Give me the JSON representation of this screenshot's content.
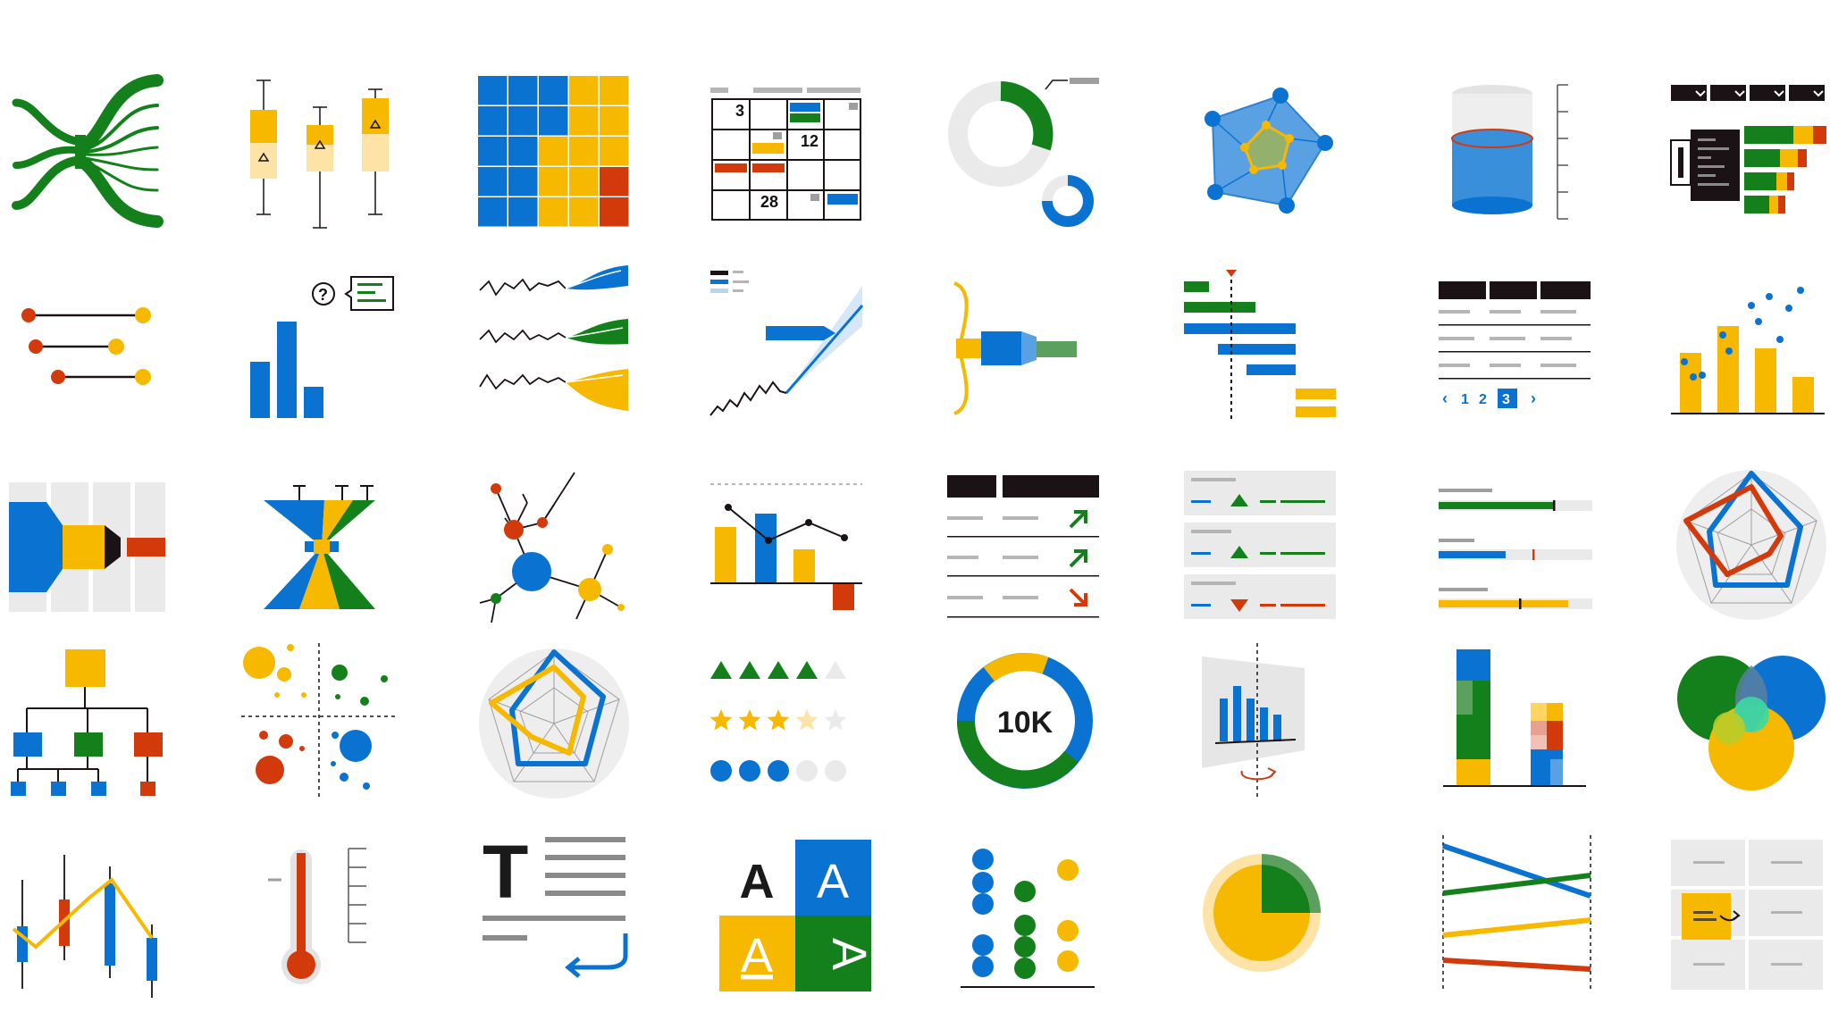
{
  "colors": {
    "blue": "#0a72d1",
    "green": "#14801c",
    "yellow": "#f7b800",
    "red": "#d33a0b",
    "dark": "#1a1214",
    "gray": "#eaeaea",
    "mid_gray": "#9e9e9e"
  },
  "icons": [
    {
      "name": "sankey-icon"
    },
    {
      "name": "box-plot-icon"
    },
    {
      "name": "heatmap-grid-icon"
    },
    {
      "name": "calendar-icon",
      "labels": [
        "3",
        "12",
        "28"
      ]
    },
    {
      "name": "donut-callout-icon"
    },
    {
      "name": "network-radar-icon"
    },
    {
      "name": "cylinder-gauge-icon"
    },
    {
      "name": "hierarchy-table-icon"
    },
    {
      "name": "dumbbell-icon"
    },
    {
      "name": "bar-question-icon",
      "labels": [
        "?"
      ]
    },
    {
      "name": "sparkline-forecast-icon"
    },
    {
      "name": "line-forecast-icon"
    },
    {
      "name": "funnel-flow-icon"
    },
    {
      "name": "gantt-icon"
    },
    {
      "name": "paginated-table-icon",
      "labels": [
        "‹",
        "1",
        "2",
        "3",
        "›"
      ]
    },
    {
      "name": "bar-scatter-combo-icon"
    },
    {
      "name": "horizontal-funnel-icon"
    },
    {
      "name": "hourglass-funnel-icon"
    },
    {
      "name": "network-graph-icon"
    },
    {
      "name": "waterfall-line-icon"
    },
    {
      "name": "kpi-trend-table-icon"
    },
    {
      "name": "kpi-cards-icon"
    },
    {
      "name": "bullet-chart-icon"
    },
    {
      "name": "radar-icon"
    },
    {
      "name": "org-chart-icon"
    },
    {
      "name": "quadrant-scatter-icon"
    },
    {
      "name": "radar-yellow-icon"
    },
    {
      "name": "rating-icon"
    },
    {
      "name": "kpi-donut-icon",
      "labels": [
        "10K"
      ]
    },
    {
      "name": "3d-bar-icon"
    },
    {
      "name": "mekko-treemap-icon"
    },
    {
      "name": "venn-icon"
    },
    {
      "name": "candlestick-icon"
    },
    {
      "name": "thermometer-icon"
    },
    {
      "name": "text-wrap-icon",
      "labels": [
        "T"
      ]
    },
    {
      "name": "text-style-icon",
      "labels": [
        "A",
        "A",
        "A",
        "A"
      ]
    },
    {
      "name": "dot-plot-icon"
    },
    {
      "name": "radial-progress-icon"
    },
    {
      "name": "slope-chart-icon"
    },
    {
      "name": "drag-card-icon"
    }
  ]
}
